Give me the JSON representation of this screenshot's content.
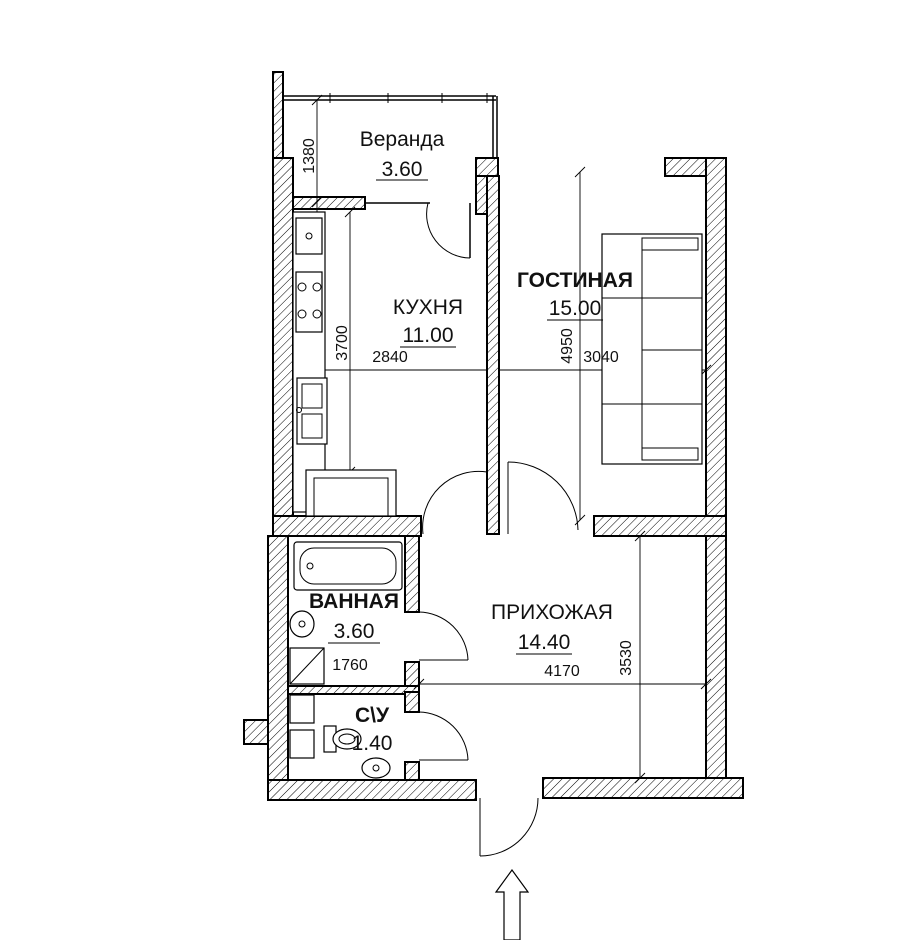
{
  "rooms": {
    "veranda": {
      "name": "Веранда",
      "area": "3.60"
    },
    "kitchen": {
      "name": "КУХНЯ",
      "area": "11.00"
    },
    "living": {
      "name": "ГОСТИНАЯ",
      "area": "15.00"
    },
    "bathroom": {
      "name": "ВАННАЯ",
      "area": "3.60"
    },
    "hallway": {
      "name": "ПРИХОЖАЯ",
      "area": "14.40"
    },
    "wc": {
      "name": "С\\У",
      "area": "1.40"
    }
  },
  "dimensions": {
    "veranda_depth": "1380",
    "kitchen_length": "3700",
    "kitchen_width": "2840",
    "living_length": "4950",
    "living_width": "3040",
    "bath_width": "1760",
    "hall_width": "4170",
    "hall_length": "3530"
  },
  "colors": {
    "line": "#000000",
    "background": "#ffffff"
  }
}
